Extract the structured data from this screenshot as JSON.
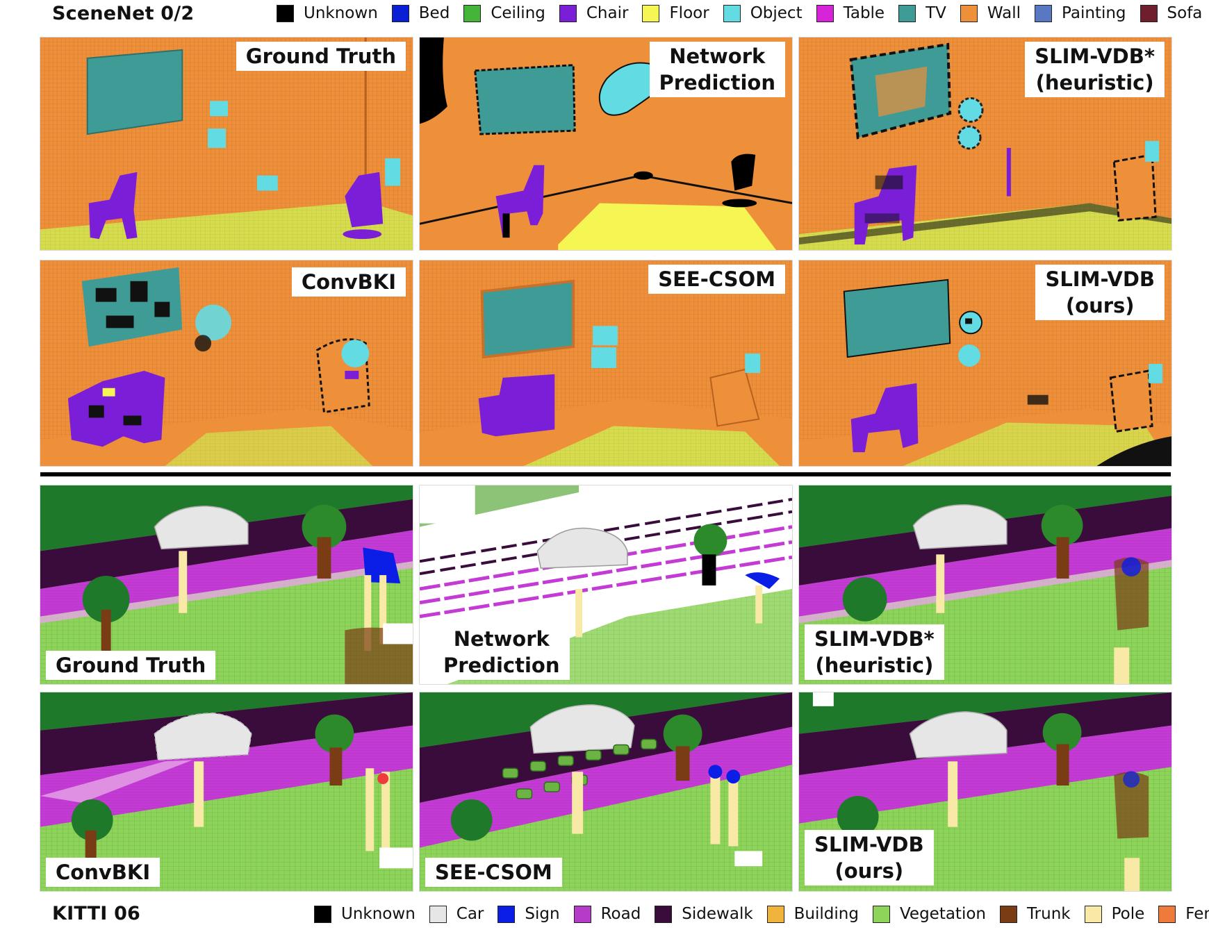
{
  "scenenet": {
    "title": "SceneNet 0/2",
    "legend": [
      {
        "label": "Unknown",
        "color": "#000000"
      },
      {
        "label": "Bed",
        "color": "#0a1ed6"
      },
      {
        "label": "Ceiling",
        "color": "#45b53a"
      },
      {
        "label": "Chair",
        "color": "#7b1ed8"
      },
      {
        "label": "Floor",
        "color": "#f5f553"
      },
      {
        "label": "Object",
        "color": "#63dbe3"
      },
      {
        "label": "Table",
        "color": "#d724d8"
      },
      {
        "label": "TV",
        "color": "#3f9b96"
      },
      {
        "label": "Wall",
        "color": "#ee8f3a"
      },
      {
        "label": "Painting",
        "color": "#5878c4"
      },
      {
        "label": "Sofa",
        "color": "#6e1e2c"
      }
    ],
    "panels": [
      {
        "label": "Ground Truth"
      },
      {
        "label": "Network\nPrediction"
      },
      {
        "label": "SLIM-VDB*\n(heuristic)"
      },
      {
        "label": "ConvBKI"
      },
      {
        "label": "SEE-CSOM"
      },
      {
        "label": "SLIM-VDB\n(ours)"
      }
    ]
  },
  "kitti": {
    "title": "KITTI 06",
    "legend": [
      {
        "label": "Unknown",
        "color": "#000000"
      },
      {
        "label": "Car",
        "color": "#e6e6e6"
      },
      {
        "label": "Sign",
        "color": "#0a1ee6"
      },
      {
        "label": "Road",
        "color": "#b43cc8"
      },
      {
        "label": "Sidewalk",
        "color": "#3a0c3c"
      },
      {
        "label": "Building",
        "color": "#f0b43c"
      },
      {
        "label": "Vegetation",
        "color": "#8ed45a"
      },
      {
        "label": "Trunk",
        "color": "#7a3c14"
      },
      {
        "label": "Pole",
        "color": "#f8eaa6"
      },
      {
        "label": "Fence",
        "color": "#ee7a3c"
      }
    ],
    "panels": [
      {
        "label": "Ground Truth"
      },
      {
        "label": "Network\nPrediction"
      },
      {
        "label": "SLIM-VDB*\n(heuristic)"
      },
      {
        "label": "ConvBKI"
      },
      {
        "label": "SEE-CSOM"
      },
      {
        "label": "SLIM-VDB\n(ours)"
      }
    ]
  }
}
